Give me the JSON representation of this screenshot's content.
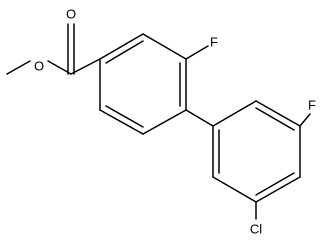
{
  "molecule": {
    "atoms": {
      "carbonyl_oxygen": "O",
      "ester_oxygen": "O",
      "fluorine_ortho": "F",
      "fluorine_meta": "F",
      "chlorine": "Cl"
    },
    "colors": {
      "bond": "#000000",
      "label": "#000000",
      "background": "#ffffff"
    }
  }
}
